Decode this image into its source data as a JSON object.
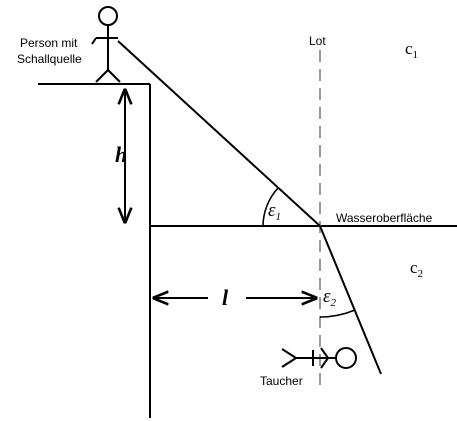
{
  "labels": {
    "person": [
      "Person mit",
      "Schallquelle"
    ],
    "lot": "Lot",
    "c1": "c",
    "c1_sub": "1",
    "c2": "c",
    "c2_sub": "2",
    "h": "h",
    "l": "l",
    "eps1": "ε",
    "eps1_sub": "1",
    "eps2": "ε",
    "eps2_sub": "2",
    "surface": "Wasseroberfläche",
    "diver": "Taucher"
  }
}
